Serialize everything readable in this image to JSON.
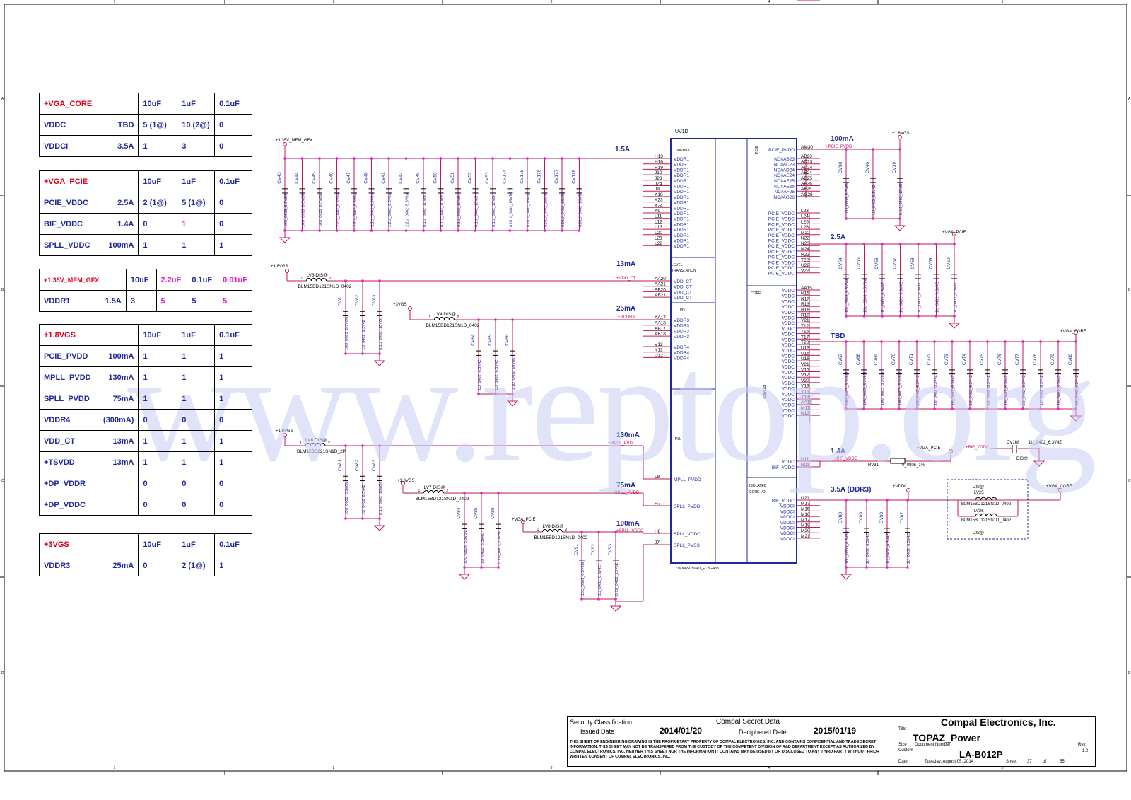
{
  "tables": [
    {
      "rows": [
        {
          "label": "+VGA_CORE",
          "sub": "",
          "v": [
            "10uF",
            "1uF",
            "0.1uF"
          ],
          "header": true
        },
        {
          "label": "VDDC",
          "sub": "TBD",
          "v": [
            "5 (1@)",
            "10 (2@)",
            "0"
          ]
        },
        {
          "label": "VDDCI",
          "sub": "3.5A",
          "v": [
            "1",
            "3",
            "0"
          ]
        }
      ]
    },
    {
      "rows": [
        {
          "label": "+VGA_PCIE",
          "sub": "",
          "v": [
            "10uF",
            "1uF",
            "0.1uF"
          ],
          "header": true
        },
        {
          "label": "PCIE_VDDC",
          "sub": "2.5A",
          "v": [
            "2 (1@)",
            "5 (1@)",
            "0"
          ]
        },
        {
          "label": "BIF_VDDC",
          "sub": "1.4A",
          "v": [
            "0",
            "1",
            "0"
          ]
        },
        {
          "label": "SPLL_VDDC",
          "sub": "100mA",
          "v": [
            "1",
            "1",
            "1"
          ]
        }
      ]
    },
    {
      "rows": [
        {
          "label": "+1.35V_MEM_GFX",
          "sub": "",
          "v": [
            "10uF",
            "2.2uF",
            "0.1uF",
            "0.01uF"
          ],
          "header": true
        },
        {
          "label": "VDDR1",
          "sub": "1.5A",
          "v": [
            "3",
            "5",
            "5",
            "5"
          ]
        }
      ]
    },
    {
      "rows": [
        {
          "label": "+1.8VGS",
          "sub": "",
          "v": [
            "10uF",
            "1uF",
            "0.1uF"
          ],
          "header": true
        },
        {
          "label": "PCIE_PVDD",
          "sub": "100mA",
          "v": [
            "1",
            "1",
            "1"
          ]
        },
        {
          "label": "MPLL_PVDD",
          "sub": "130mA",
          "v": [
            "1",
            "1",
            "1"
          ]
        },
        {
          "label": "SPLL_PVDD",
          "sub": "75mA",
          "v": [
            "1",
            "1",
            "1"
          ]
        },
        {
          "label": "VDDR4",
          "sub": "(300mA)",
          "v": [
            "0",
            "0",
            "0"
          ]
        },
        {
          "label": "VDD_CT",
          "sub": "13mA",
          "v": [
            "1",
            "1",
            "1"
          ]
        },
        {
          "label": "+TSVDD",
          "sub": "13mA",
          "v": [
            "1",
            "1",
            "1"
          ]
        },
        {
          "label": "+DP_VDDR",
          "sub": "",
          "v": [
            "0",
            "0",
            "0"
          ]
        },
        {
          "label": "+DP_VDDC",
          "sub": "",
          "v": [
            "0",
            "0",
            "0"
          ]
        }
      ]
    },
    {
      "rows": [
        {
          "label": "+3VGS",
          "sub": "",
          "v": [
            "10uF",
            "1uF",
            "0.1uF"
          ],
          "header": true
        },
        {
          "label": "VDDR3",
          "sub": "25mA",
          "v": [
            "0",
            "2 (1@)",
            "1"
          ]
        }
      ]
    }
  ],
  "colors": {
    "wire": "#c2185b",
    "blue": "#1f2a9a",
    "red": "#e0001a",
    "mag": "#e020d0",
    "chip": "#1f2a9a",
    "label": "#c2185b"
  },
  "watermark": "www.reptop.org",
  "chip": {
    "ref": "UV1D",
    "part": "216086S030-A0_FCBGA531",
    "sections": [
      "MEM I/O",
      "LEVEL TRANSLATION",
      "I/O",
      "PLL",
      "PCIE",
      "CORE",
      "POWER",
      "ISOLATED CORE I/O"
    ],
    "left_pins": [
      {
        "ball": "H13",
        "name": "VDDR1"
      },
      {
        "ball": "H16",
        "name": "VDDR1"
      },
      {
        "ball": "H19",
        "name": "VDDR1"
      },
      {
        "ball": "J10",
        "name": "VDDR1"
      },
      {
        "ball": "J23",
        "name": "VDDR1"
      },
      {
        "ball": "J24",
        "name": "VDDR1"
      },
      {
        "ball": "J9",
        "name": "VDDR1"
      },
      {
        "ball": "K10",
        "name": "VDDR1"
      },
      {
        "ball": "K23",
        "name": "VDDR1"
      },
      {
        "ball": "K24",
        "name": "VDDR1"
      },
      {
        "ball": "K9",
        "name": "VDDR1"
      },
      {
        "ball": "L11",
        "name": "VDDR1"
      },
      {
        "ball": "L12",
        "name": "VDDR1"
      },
      {
        "ball": "L13",
        "name": "VDDR1"
      },
      {
        "ball": "L20",
        "name": "VDDR1"
      },
      {
        "ball": "L21",
        "name": "VDDR1"
      },
      {
        "ball": "L22",
        "name": "VDDR1"
      },
      {
        "ball": "AA20",
        "name": "VDD_CT"
      },
      {
        "ball": "AA21",
        "name": "VDD_CT"
      },
      {
        "ball": "AB20",
        "name": "VDD_CT"
      },
      {
        "ball": "AB21",
        "name": "VDD_CT"
      },
      {
        "ball": "AA17",
        "name": "VDDR3"
      },
      {
        "ball": "AA18",
        "name": "VDDR3"
      },
      {
        "ball": "AB17",
        "name": "VDDR3"
      },
      {
        "ball": "AB18",
        "name": "VDDR3"
      },
      {
        "ball": "V12",
        "name": "VDDR4"
      },
      {
        "ball": "Y12",
        "name": "VDDR4"
      },
      {
        "ball": "U12",
        "name": "VDDR4"
      },
      {
        "ball": "L8",
        "name": "MPLL_PVDD"
      },
      {
        "ball": "H7",
        "name": "SPLL_PVDD"
      },
      {
        "ball": "H8",
        "name": "SPLL_VDDC"
      },
      {
        "ball": "J7",
        "name": "SPLL_PVSS"
      }
    ],
    "right_pins": [
      {
        "ball": "AM30",
        "name": "PCIE_PVDD"
      },
      {
        "ball": "AB23",
        "name": "NC#AB23"
      },
      {
        "ball": "AC23",
        "name": "NC#AC23"
      },
      {
        "ball": "AD24",
        "name": "NC#AD24"
      },
      {
        "ball": "AE24",
        "name": "NC#AE24"
      },
      {
        "ball": "AE25",
        "name": "NC#AE25"
      },
      {
        "ball": "AE26",
        "name": "NC#AE26"
      },
      {
        "ball": "AF25",
        "name": "NC#AF25"
      },
      {
        "ball": "AG26",
        "name": "NC#AG26"
      },
      {
        "ball": "L23",
        "name": "PCIE_VDDC"
      },
      {
        "ball": "L24",
        "name": "PCIE_VDDC"
      },
      {
        "ball": "L25",
        "name": "PCIE_VDDC"
      },
      {
        "ball": "L26",
        "name": "PCIE_VDDC"
      },
      {
        "ball": "M22",
        "name": "PCIE_VDDC"
      },
      {
        "ball": "N22",
        "name": "PCIE_VDDC"
      },
      {
        "ball": "N23",
        "name": "PCIE_VDDC"
      },
      {
        "ball": "N24",
        "name": "PCIE_VDDC"
      },
      {
        "ball": "R22",
        "name": "PCIE_VDDC"
      },
      {
        "ball": "T22",
        "name": "PCIE_VDDC"
      },
      {
        "ball": "U22",
        "name": "PCIE_VDDC"
      },
      {
        "ball": "V22",
        "name": "PCIE_VDDC"
      },
      {
        "ball": "AA15",
        "name": "VDDC"
      },
      {
        "ball": "N15",
        "name": "VDDC"
      },
      {
        "ball": "N17",
        "name": "VDDC"
      },
      {
        "ball": "R13",
        "name": "VDDC"
      },
      {
        "ball": "R16",
        "name": "VDDC"
      },
      {
        "ball": "R18",
        "name": "VDDC"
      },
      {
        "ball": "Y21",
        "name": "VDDC"
      },
      {
        "ball": "T12",
        "name": "VDDC"
      },
      {
        "ball": "T15",
        "name": "VDDC"
      },
      {
        "ball": "T17",
        "name": "VDDC"
      },
      {
        "ball": "T20",
        "name": "VDDC"
      },
      {
        "ball": "U13",
        "name": "VDDC"
      },
      {
        "ball": "U16",
        "name": "VDDC"
      },
      {
        "ball": "U18",
        "name": "VDDC"
      },
      {
        "ball": "V21",
        "name": "VDDC"
      },
      {
        "ball": "V15",
        "name": "VDDC"
      },
      {
        "ball": "V17",
        "name": "VDDC"
      },
      {
        "ball": "V20",
        "name": "VDDC"
      },
      {
        "ball": "Y13",
        "name": "VDDC"
      },
      {
        "ball": "Y16",
        "name": "VDDC"
      },
      {
        "ball": "Y18",
        "name": "VDDC"
      },
      {
        "ball": "AA12",
        "name": "VDDC"
      },
      {
        "ball": "M11",
        "name": "VDDC"
      },
      {
        "ball": "N12",
        "name": "VDDC"
      },
      {
        "ball": "U11",
        "name": "VDDC"
      },
      {
        "ball": "R21",
        "name": "BIF_VDDC"
      },
      {
        "ball": "U21",
        "name": "BIF_VDDC"
      },
      {
        "ball": "M13",
        "name": "VDDCI"
      },
      {
        "ball": "M15",
        "name": "VDDCI"
      },
      {
        "ball": "M16",
        "name": "VDDCI"
      },
      {
        "ball": "M17",
        "name": "VDDCI"
      },
      {
        "ball": "M18",
        "name": "VDDCI"
      },
      {
        "ball": "M20",
        "name": "VDDCI"
      },
      {
        "ball": "M21",
        "name": "VDDCI"
      },
      {
        "ball": "N20",
        "name": "VDDCI"
      }
    ]
  },
  "currents": {
    "vddr1": "1.5A",
    "vddct": "13mA",
    "vddr3": "25mA",
    "mpll": "130mA",
    "spll": "75mA",
    "spllvddc": "100mA",
    "pcie_pvdd": "100mA",
    "pcie_vddc": "2.5A",
    "vddc": "TBD",
    "bif": "1.4A",
    "vddci": "3.5A (DDR3)"
  },
  "rails": {
    "mem_gfx": "+1.35V_MEM_GFX",
    "vgs18": "+1.8VGS",
    "vgs3": "+3VGS",
    "vga_pcie": "+VGA_PCIE",
    "vga_core": "+VGA_CORE",
    "vddci": "+VDDCI"
  },
  "nets": {
    "vdd_ct": "+VDD_CT",
    "vddr3": "+VDDR3",
    "mpll": "+MPLL_PVDD",
    "spll": "+SPLL_PVDD",
    "spllvddc": "+SPLL_VDDC",
    "pcie_pvdd": "+PCIE_PVDD",
    "bif": "+BIF_VDDC"
  },
  "inductors": [
    {
      "ref": "LV3",
      "note": "DIS@",
      "part": "BLM15BD121SN1D_0402"
    },
    {
      "ref": "LV4",
      "note": "DIS@",
      "part": "BLM15BD121SN1D_0402"
    },
    {
      "ref": "LV6",
      "note": "DIS@",
      "part": "BLM15BB221SN1D_2P"
    },
    {
      "ref": "LV7",
      "note": "DIS@",
      "part": "BLM15BD121SN1D_0402"
    },
    {
      "ref": "LV8",
      "note": "DIS@",
      "part": "BLM15BD121SN1D_0402"
    },
    {
      "ref": "LV25",
      "note": "DIS@",
      "part": "BLM15BD121SN1D_0402"
    },
    {
      "ref": "LV26",
      "note": "DIS@",
      "part": "BLM15BD121SN1D_0402"
    }
  ],
  "misc": {
    "rv31": "RV31",
    "rv31_val": "0_0805_1%",
    "cv168": "CV168",
    "cv168_val": "1U_0402_6.3V4Z",
    "dis": "DIS@"
  },
  "cap_groups": {
    "vddr1": {
      "refs": [
        "CV43",
        "CV44",
        "CV45",
        "CV40",
        "CV47",
        "CV48",
        "CV41",
        "CV42",
        "CV49",
        "CV50",
        "CV51",
        "CV52",
        "CV53",
        "CV174",
        "CV175",
        "CV176",
        "CV177",
        "CV178"
      ],
      "vals": [
        "10U_0603_6.3V6M",
        "10U_0603_6.3V6M",
        "10U_0603_6.3V6M",
        "2.2U_0402_6.3V6M",
        "2.2U_0402_6.3V6M",
        "2.2U_0402_6.3V6M",
        "2.2U_0402_6.3V6M",
        "2.2U_0402_6.3V6M",
        "0.1U_0402_10V6K",
        "0.1U_0402_10V6K",
        "0.1U_0402_10V6K",
        "0.1U_0402_10V6K",
        "0.1U_0402_10V6K",
        "0.01U_0402_16V7K",
        "0.01U_0402_16V7K",
        "0.01U_0402_16V7K",
        "0.01U_0402_16V7K",
        "0.01U_0402_16V7K"
      ]
    },
    "vddct": {
      "refs": [
        "CV61",
        "CV62",
        "CV63"
      ],
      "vals": [
        "10U_0603_6.3V6M",
        "1U_0402_6.3V4Z",
        "0.1U_0402_10V6K"
      ]
    },
    "vddr3": {
      "refs": [
        "CV64",
        "CV65",
        "CV66"
      ],
      "vals": [
        "1U_0402_6.3V4Z",
        "1U_0402_6.3V4Z",
        "0.1U_0402_10V6K"
      ]
    },
    "mpll": {
      "refs": [
        "CV81",
        "CV82",
        "CV83"
      ],
      "vals": [
        "10U_0603_6.3V6M",
        "1U_0402_6.3V4Z",
        "0.1U_0402_10V6K"
      ]
    },
    "spll": {
      "refs": [
        "CV84",
        "CV85",
        "CV86"
      ],
      "vals": [
        "10U_0603_6.3V6M",
        "1U_0402_6.3V4Z",
        "0.1U_0402_10V6K"
      ]
    },
    "spllvddc": {
      "refs": [
        "CV91",
        "CV92",
        "CV93"
      ],
      "vals": [
        "10U_0603_6.3V6M",
        "1U_0402_6.3V4Z",
        "0.1U_0402_10V6K"
      ]
    },
    "pcie_pvdd": {
      "refs": [
        "CV38",
        "CV46",
        "CV39"
      ],
      "vals": [
        "10U_0603_6.3V6M",
        "1U_0402_6.3V4Z",
        "0.1U_0402_10V6K"
      ]
    },
    "pcie_vddc": {
      "refs": [
        "CV54",
        "CV55",
        "CV56",
        "CV57",
        "CV58",
        "CV59",
        "CV60"
      ],
      "vals": [
        "10U_0603_6.3V6M",
        "10U_0603_6.3V6M",
        "1U_0402_6.3V4Z",
        "1U_0402_6.3V4Z",
        "1U_0402_6.3V4Z",
        "1U_0402_6.3V4Z",
        "1U_0402_6.3V4Z"
      ]
    },
    "vddc": {
      "refs": [
        "CV67",
        "CV68",
        "CV69",
        "CV70",
        "CV71",
        "CV72",
        "CV73",
        "CV74",
        "CV75",
        "CV76",
        "CV77",
        "CV78",
        "CV79",
        "CV80"
      ],
      "vals": [
        "10U_0603_6.3V6M",
        "10U_0603_6.3V6M",
        "10U_0603_6.3V6M",
        "10U_0603_6.3V6M",
        "1U_0402_6.3V4Z",
        "1U_0402_6.3V4Z",
        "1U_0402_6.3V4Z",
        "1U_0402_6.3V4Z",
        "1U_0402_6.3V4Z",
        "1U_0402_6.3V4Z",
        "1U_0402_6.3V4Z",
        "1U_0402_6.3V4Z",
        "1U_0402_6.3V4Z",
        "1U_0402_6.3V4Z"
      ]
    },
    "vddci": {
      "refs": [
        "CV88",
        "CV89",
        "CV90",
        "CV87"
      ],
      "vals": [
        "10U_0603_6.3V6M",
        "1U_0402_6.3V4Z",
        "1U_0402_6.3V4Z",
        "1U_0402_6.3V4Z"
      ]
    }
  },
  "border": {
    "top": [
      "1",
      "2",
      "3",
      "4",
      "5"
    ],
    "side": [
      "A",
      "B",
      "C",
      "D"
    ]
  },
  "titleblock": {
    "security_label": "Security Classification",
    "security": "Compal Secret Data",
    "issued_label": "Issued Date",
    "issued": "2014/01/20",
    "deciphered_label": "Deciphered Date",
    "deciphered": "2015/01/19",
    "legal": "THIS SHEET OF ENGINEERING DRAWING IS THE PROPRIETARY PROPERTY OF COMPAL ELECTRONICS, INC. AND CONTAINS CONFIDENTIAL AND TRADE SECRET INFORMATION. THIS SHEET MAY NOT BE TRANSFERED FROM THE CUSTODY OF THE COMPETENT DIVISION OF R&D DEPARTMENT EXCEPT AS AUTHORIZED BY COMPAL ELECTRONICS, INC. NEITHER THIS SHEET NOR THE INFORMATION IT CONTAINS MAY BE USED BY OR DISCLOSED TO ANY THIRD PARTY WITHOUT PRIOR WRITTEN CONSENT OF COMPAL ELECTRONICS, INC.",
    "company": "Compal Electronics, Inc.",
    "title_label": "Title",
    "title": "TOPAZ_Power",
    "size_label": "Size",
    "size": "Custom",
    "docnum_label": "Document Number",
    "docnum": "LA-B012P",
    "rev_label": "Rev",
    "rev": "1.0",
    "date_label": "Date:",
    "date": "Tuesday, August 05, 2014",
    "sheet_label": "Sheet",
    "sheet": "37",
    "of_label": "of",
    "of": "55"
  }
}
